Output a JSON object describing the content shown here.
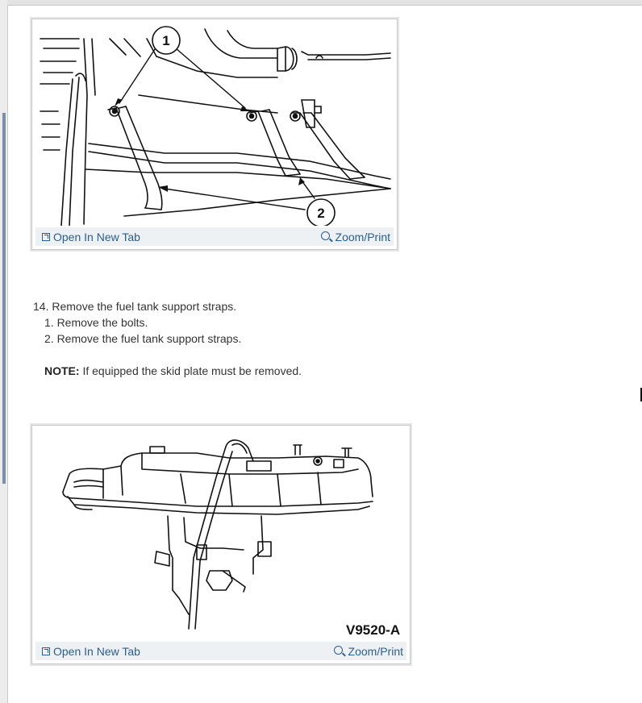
{
  "figure1": {
    "callouts": [
      "1",
      "2"
    ],
    "open_link": "Open In New Tab",
    "zoom_link": "Zoom/Print"
  },
  "step": {
    "heading": "14. Remove the fuel tank support straps.",
    "substeps": [
      "1. Remove the bolts.",
      "2. Remove the fuel tank support straps."
    ],
    "note_label": "NOTE:",
    "note_text": " If equipped the skid plate must be removed."
  },
  "figure2": {
    "label": "V9520-A",
    "open_link": "Open In New Tab",
    "zoom_link": "Zoom/Print"
  },
  "icons": {
    "open": "open-in-new-tab-icon",
    "zoom": "magnifier-zoom-icon"
  },
  "colors": {
    "link": "#2b5e8c",
    "footer_bg": "#eef1f4"
  }
}
